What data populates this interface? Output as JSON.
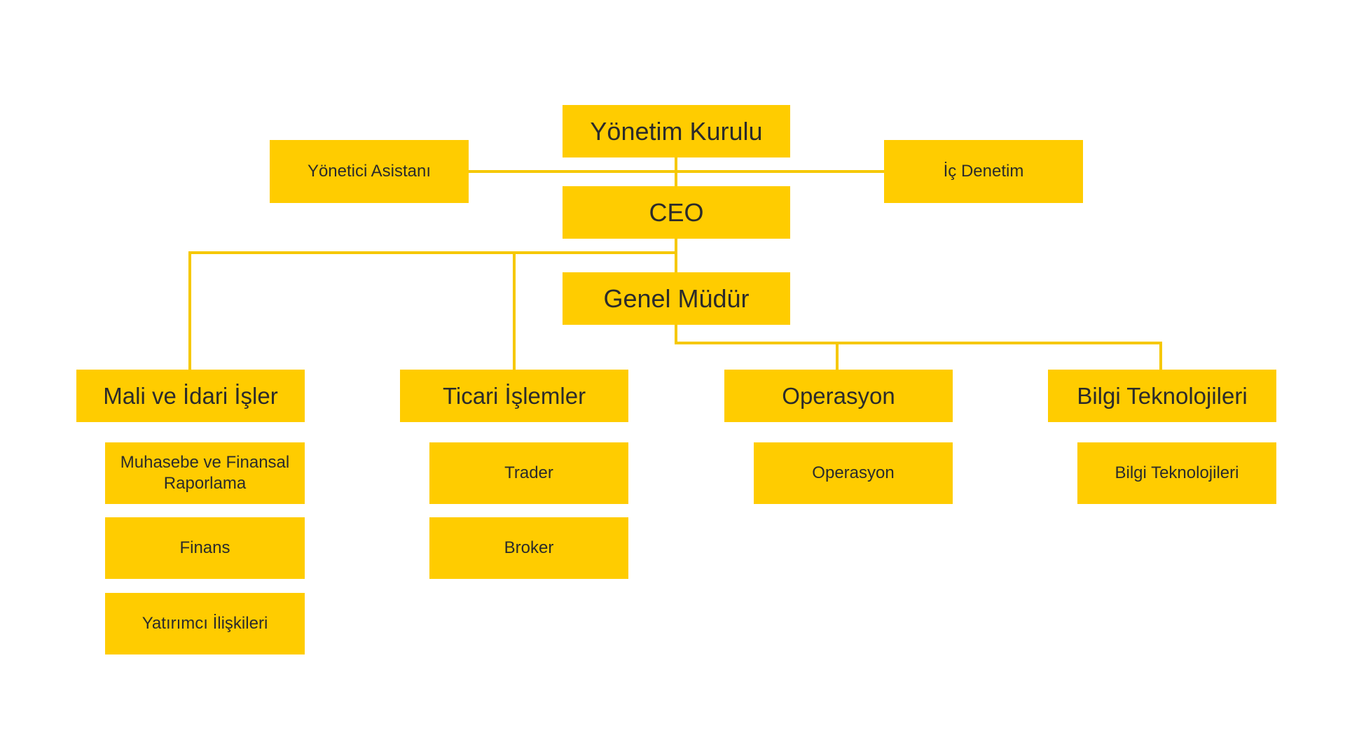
{
  "colors": {
    "box_fill": "#ffcc00",
    "connector": "#f6c800",
    "text": "#2b2b2b",
    "background": "#ffffff"
  },
  "board": {
    "label": "Yönetim Kurulu"
  },
  "ceo": {
    "label": "CEO"
  },
  "general_manager": {
    "label": "Genel Müdür"
  },
  "executive_assistant": {
    "label": "Yönetici Asistanı"
  },
  "internal_audit": {
    "label": "İç Denetim"
  },
  "departments": [
    {
      "label": "Mali ve İdari İşler",
      "units": [
        "Muhasebe ve Finansal Raporlama",
        "Finans",
        "Yatırımcı İlişkileri"
      ]
    },
    {
      "label": "Ticari İşlemler",
      "units": [
        "Trader",
        "Broker"
      ]
    },
    {
      "label": "Operasyon",
      "units": [
        "Operasyon"
      ]
    },
    {
      "label": "Bilgi Teknolojileri",
      "units": [
        "Bilgi Teknolojileri"
      ]
    }
  ]
}
